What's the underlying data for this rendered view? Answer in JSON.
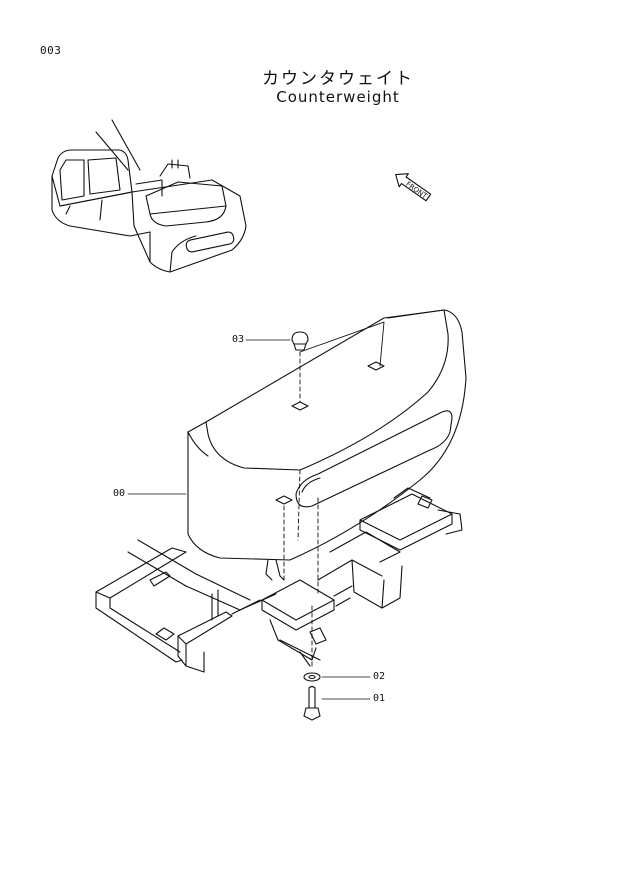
{
  "page": {
    "number": "003"
  },
  "title": {
    "japanese": "カウンタウェイト",
    "english": "Counterweight"
  },
  "front_label": "FRONT",
  "callouts": [
    {
      "id": "c03",
      "label": "03"
    },
    {
      "id": "c00",
      "label": "00"
    },
    {
      "id": "c02",
      "label": "02"
    },
    {
      "id": "c01",
      "label": "01"
    }
  ]
}
